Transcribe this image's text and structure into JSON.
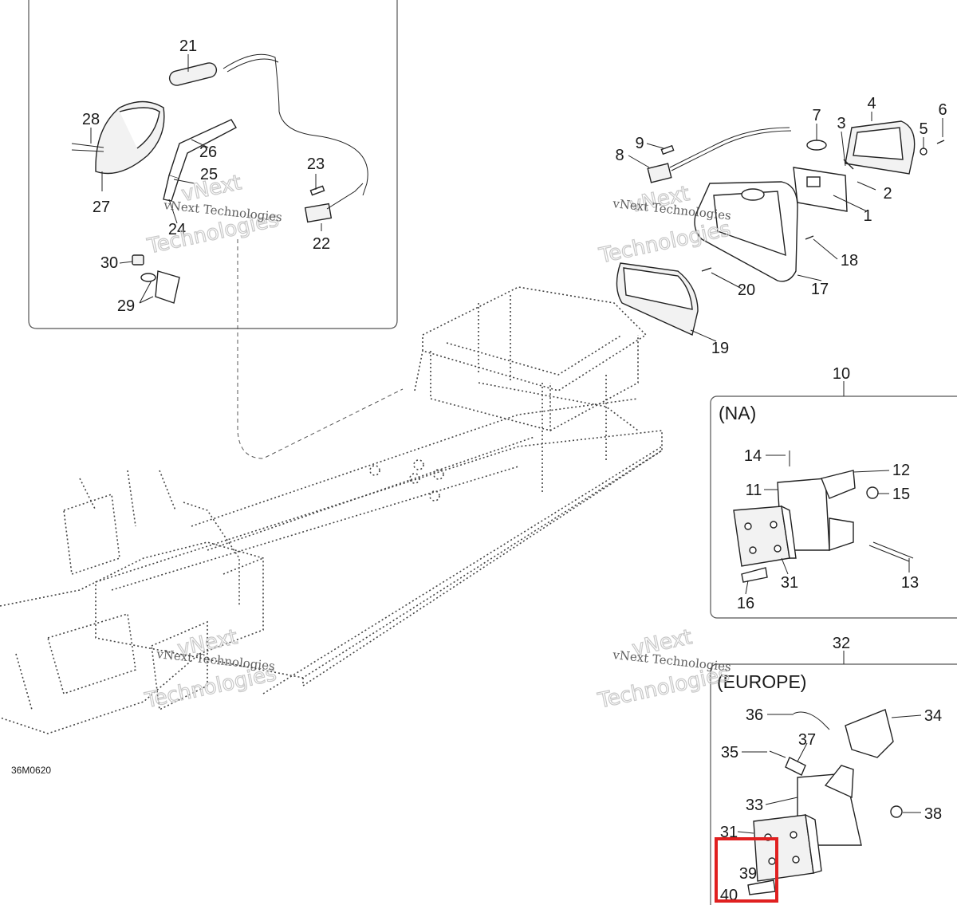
{
  "diagram": {
    "drawing_id": "36M0620",
    "watermark": {
      "brand_line1": "vNext",
      "brand_line2": "Technologies",
      "caption": "vNext Technologies"
    },
    "regions": {
      "na": {
        "title": "(NA)",
        "ref": "10"
      },
      "europe": {
        "title": "(EUROPE)",
        "ref": "32"
      }
    },
    "highlight": {
      "color": "#e02020",
      "parts": [
        "39",
        "40"
      ]
    },
    "callouts": {
      "c1": "1",
      "c2": "2",
      "c3": "3",
      "c4": "4",
      "c5": "5",
      "c6": "6",
      "c7": "7",
      "c8": "8",
      "c9": "9",
      "c11": "11",
      "c12": "12",
      "c13": "13",
      "c14": "14",
      "c15": "15",
      "c16": "16",
      "c17": "17",
      "c18": "18",
      "c19": "19",
      "c20": "20",
      "c21": "21",
      "c22": "22",
      "c23": "23",
      "c24": "24",
      "c25": "25",
      "c26": "26",
      "c27": "27",
      "c28": "28",
      "c29": "29",
      "c30": "30",
      "c31a": "31",
      "c31b": "31",
      "c33": "33",
      "c34": "34",
      "c35": "35",
      "c36": "36",
      "c37": "37",
      "c38": "38",
      "c39": "39",
      "c40": "40"
    }
  }
}
